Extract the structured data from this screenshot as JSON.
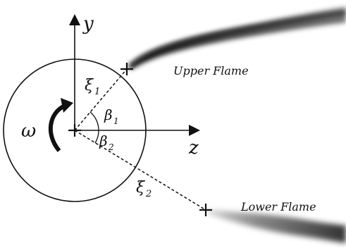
{
  "labels": {
    "y_axis": "y",
    "z_axis": "z",
    "omega": "ω",
    "xi": "ξ",
    "xi1_sub": "1",
    "xi2_sub": "2",
    "beta": "β",
    "beta1_sub": "1",
    "beta2_sub": "2",
    "upper_flame": "Upper Flame",
    "lower_flame": "Lower Flame"
  },
  "colors": {
    "ink": "#111111",
    "flame": "#1a1a1a"
  }
}
